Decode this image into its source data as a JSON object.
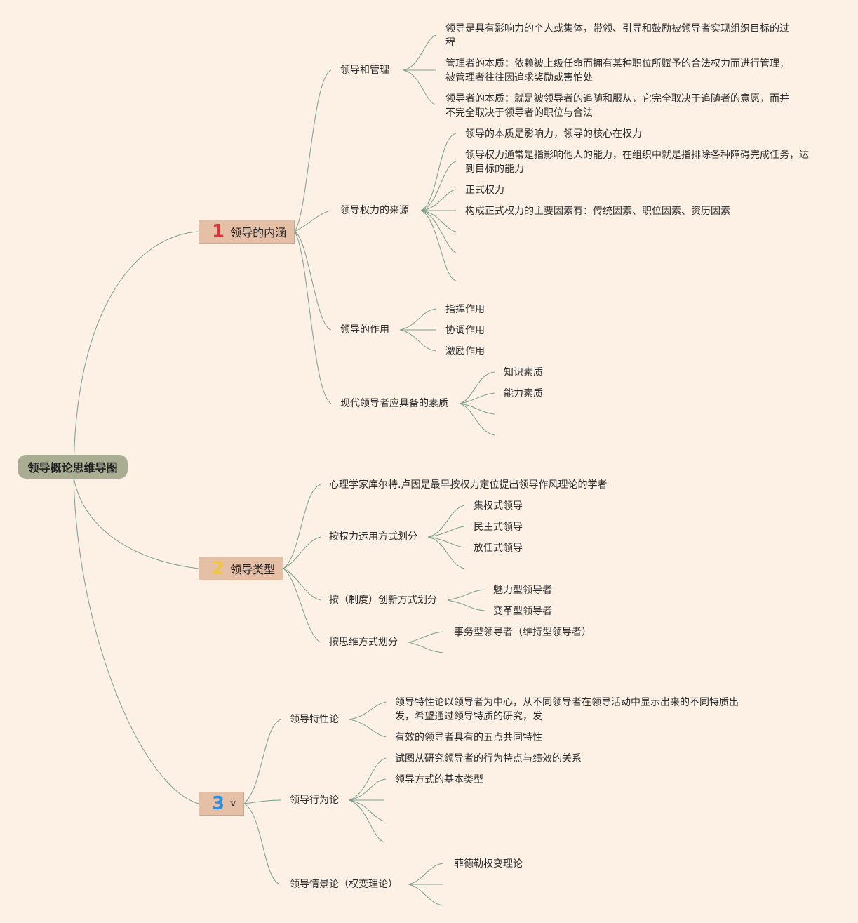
{
  "root": {
    "label": "领导概论思维导图"
  },
  "colors": {
    "background": "#fdf1e6",
    "line": "#7a9e8c",
    "root_fill": "#a9ad91",
    "main_fill": "#e5bfa6",
    "num1": "#e0323c",
    "num2": "#f0c838",
    "num3": "#2f8fdf"
  },
  "branches": [
    {
      "number": "1",
      "label": "领导的内涵",
      "children": [
        {
          "label": "领导和管理",
          "children": [
            "领导是具有影响力的个人或集体，带领、引导和鼓励被领导者实现组织目标的过程",
            "管理者的本质：依赖被上级任命而拥有某种职位所赋予的合法权力而进行管理，被管理者往往因追求奖励或害怕处",
            "领导者的本质：就是被领导者的追随和服从，它完全取决于追随者的意愿，而并不完全取决于领导者的职位与合法"
          ]
        },
        {
          "label": "领导权力的来源",
          "children": [
            "领导的本质是影响力，领导的核心在权力",
            "领导权力通常是指影响他人的能力，在组织中就是指排除各种障碍完成任务，达到目标的能力",
            "正式权力",
            "构成正式权力的主要因素有：传统因素、职位因素、资历因素"
          ]
        },
        {
          "label": "领导的作用",
          "children": [
            "指挥作用",
            "协调作用",
            "激励作用"
          ]
        },
        {
          "label": "现代领导者应具备的素质",
          "children": [
            "知识素质",
            "能力素质"
          ]
        }
      ]
    },
    {
      "number": "2",
      "label": "领导类型",
      "children": [
        {
          "label": "心理学家库尔特.卢因是最早按权力定位提出领导作风理论的学者",
          "children": []
        },
        {
          "label": "按权力运用方式划分",
          "children": [
            "集权式领导",
            "民主式领导",
            "放任式领导"
          ]
        },
        {
          "label": "按（制度）创新方式划分",
          "children": [
            "魅力型领导者",
            "变革型领导者"
          ]
        },
        {
          "label": "按思维方式划分",
          "children": [
            "事务型领导者（维持型领导者）"
          ]
        }
      ]
    },
    {
      "number": "3",
      "label": "v",
      "children": [
        {
          "label": "领导特性论",
          "children": [
            "领导特性论以领导者为中心，从不同领导者在领导活动中显示出来的不同特质出发，希望通过领导特质的研究，发",
            "有效的领导者具有的五点共同特性"
          ]
        },
        {
          "label": "领导行为论",
          "children": [
            "试图从研究领导者的行为特点与绩效的关系",
            "领导方式的基本类型"
          ]
        },
        {
          "label": "领导情景论（权变理论）",
          "children": [
            "菲德勒权变理论"
          ]
        }
      ]
    }
  ]
}
